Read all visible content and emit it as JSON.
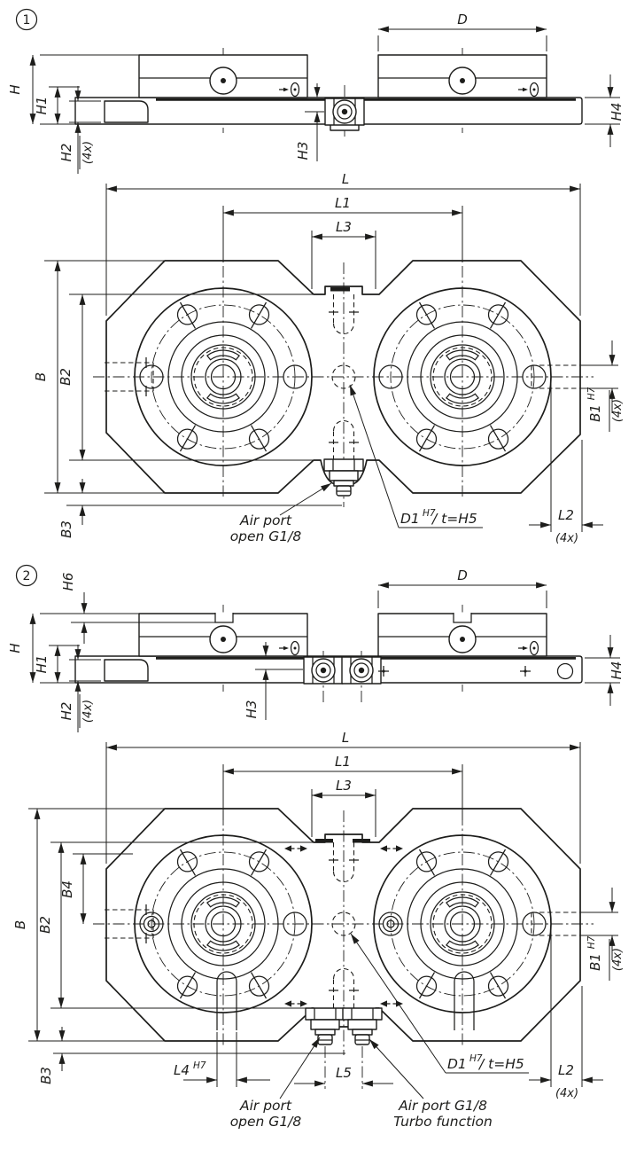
{
  "drawing": {
    "badges": {
      "view1": "1",
      "view2": "2"
    },
    "dims": {
      "h": "H",
      "h1": "H1",
      "h2": "H2",
      "h3": "H3",
      "h4": "H4",
      "h6": "H6",
      "d": "D",
      "l": "L",
      "l1": "L1",
      "l2": "L2",
      "l3": "L3",
      "l4": "L4",
      "l5": "L5",
      "b": "B",
      "b1": "B1",
      "b2": "B2",
      "b3": "B3",
      "b4": "B4",
      "d1": "D1",
      "d1_suffix": "/ t=H5",
      "sup_h7": "H7",
      "qty_4x": "(4x)"
    },
    "annotations": {
      "air_open_line1": "Air port",
      "air_open_line2": "open G1/8",
      "air_turbo_line1": "Air port G1/8",
      "air_turbo_line2": "Turbo function"
    },
    "colors": {
      "line": "#1d1d1b",
      "background": "#ffffff"
    }
  }
}
